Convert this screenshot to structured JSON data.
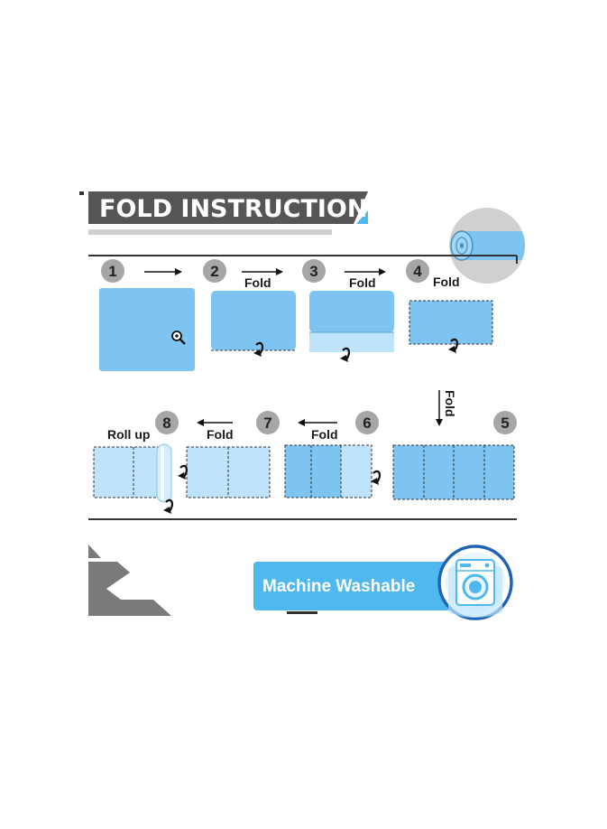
{
  "header": {
    "title": "FOLD INSTRUCTION"
  },
  "steps": [
    {
      "number": "1",
      "label": ""
    },
    {
      "number": "2",
      "label": "Fold"
    },
    {
      "number": "3",
      "label": "Fold"
    },
    {
      "number": "4",
      "label": "Fold"
    },
    {
      "number": "5",
      "label": "Fold"
    },
    {
      "number": "6",
      "label": "Fold"
    },
    {
      "number": "7",
      "label": "Fold"
    },
    {
      "number": "8",
      "label": "Roll up"
    }
  ],
  "footer": {
    "badge_label": "Machine Washable"
  },
  "icons": {
    "zoom": "zoom-in-icon",
    "fold_arrow": "curved-fold-arrow-icon",
    "washer": "washing-machine-icon",
    "roll": "rolled-mat-icon"
  },
  "colors": {
    "header_bg": "#555555",
    "mat_blue": "#7ec4f0",
    "mat_light": "#bfe3fa",
    "badge_blue": "#4fb8ee",
    "circle_gray": "#a6a6a6"
  }
}
